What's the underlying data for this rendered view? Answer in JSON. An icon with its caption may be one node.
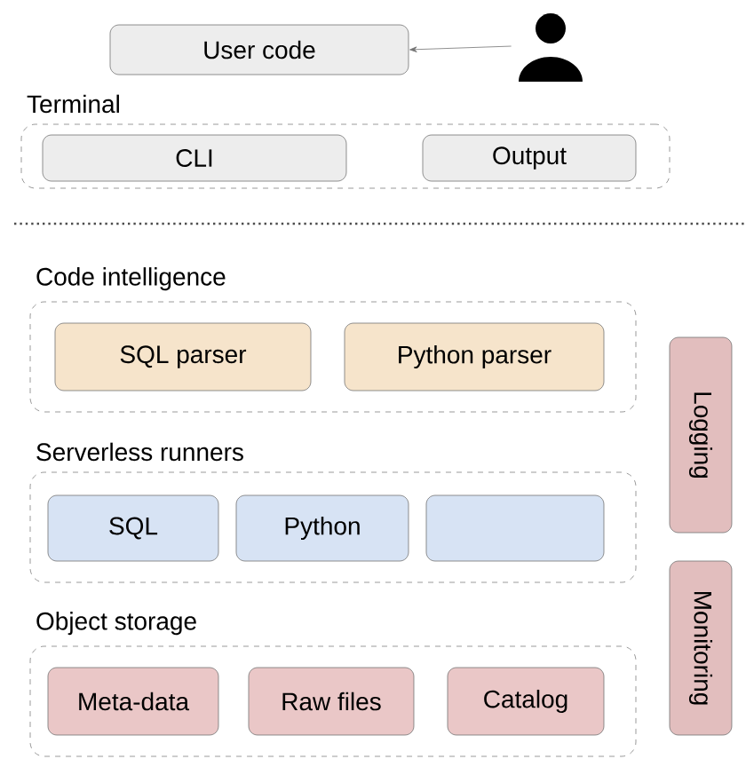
{
  "diagram": {
    "nodes": [
      {
        "text": [
          "User code"
        ]
      },
      {
        "text": [],
        "shape": "person"
      },
      {
        "text": [
          "Terminal"
        ]
      },
      {
        "text": [
          "CLI"
        ],
        "in": 2
      },
      {
        "text": [
          "Output"
        ],
        "in": 2
      },
      {
        "text": [
          "Code intelligence"
        ]
      },
      {
        "text": [
          "SQL parser"
        ],
        "in": 5
      },
      {
        "text": [
          "Python parser"
        ],
        "in": 5
      },
      {
        "text": [
          "Serverless runners"
        ]
      },
      {
        "text": [
          "SQL"
        ],
        "in": 8
      },
      {
        "text": [
          "Python"
        ],
        "in": 8
      },
      {
        "text": [],
        "shape": "box",
        "in": 8
      },
      {
        "text": [
          "Object storage"
        ]
      },
      {
        "text": [
          "Meta-data"
        ],
        "in": 12
      },
      {
        "text": [
          "Raw files"
        ],
        "in": 12
      },
      {
        "text": [
          "Catalog"
        ],
        "in": 12
      },
      {
        "text": [
          "Logging"
        ]
      },
      {
        "text": [
          "Monitoring"
        ]
      }
    ],
    "edges": [
      {
        "from": 1,
        "to": 0,
        "arrow": "to"
      }
    ]
  }
}
